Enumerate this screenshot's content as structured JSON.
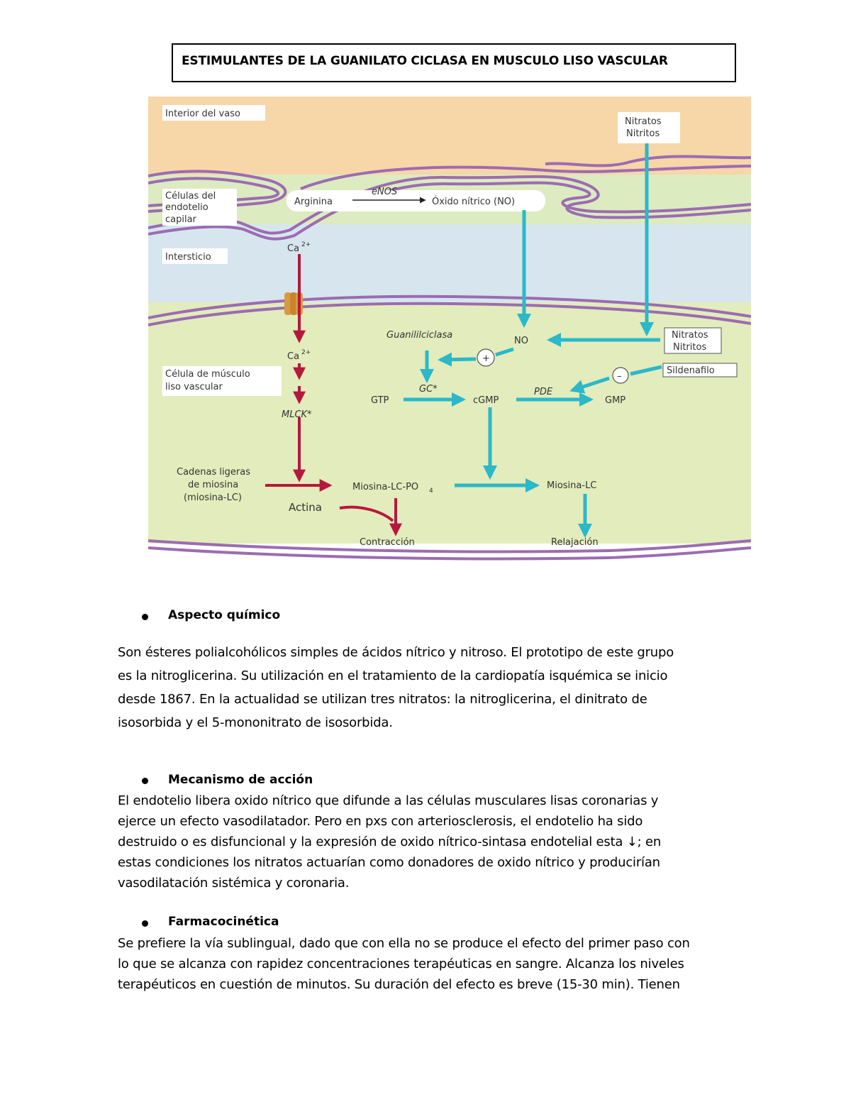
{
  "title": "ESTIMULANTES DE LA GUANILATO CICLASA EN MUSCULO LISO VASCULAR",
  "diagram": {
    "regions": {
      "vessel_interior": "Interior del vaso",
      "endothelium_l1": "Células del",
      "endothelium_l2": "endotelio",
      "endothelium_l3": "capilar",
      "interstitium": "Intersticio",
      "smooth_muscle_l1": "Célula de músculo",
      "smooth_muscle_l2": "liso vascular"
    },
    "nodes": {
      "nitrates_top_l1": "Nitratos",
      "nitrates_top_l2": "Nitritos",
      "arginine": "Arginina",
      "enos": "eNOS",
      "nitric_oxide": "Óxido nítrico (NO)",
      "calcium_out": "Ca",
      "calcium_sup": "2+",
      "calcium_in": "Ca",
      "calcium_in_sup": "2+",
      "guanylyl_cyclase": "Guanililciclasa",
      "no": "NO",
      "plus": "+",
      "nitrates_box_l1": "Nitratos",
      "nitrates_box_l2": "Nitritos",
      "minus": "–",
      "sildenafil": "Sildenafilo",
      "gc": "GC*",
      "gtp": "GTP",
      "cgmp": "cGMP",
      "pde": "PDE",
      "gmp": "GMP",
      "mlck": "MLCK*",
      "myosin_l1": "Cadenas ligeras",
      "myosin_l2": "de miosina",
      "myosin_l3": "(miosina-LC)",
      "myosin_po4": "Miosina-LC-PO",
      "myosin_po4_sub": "4",
      "myosin_lc": "Miosina-LC",
      "actin": "Actina",
      "contraction": "Contracción",
      "relaxation": "Relajación"
    },
    "colors": {
      "vessel": "#f7d6a8",
      "endothelium": "#dcebc0",
      "interstitium": "#d7e6ee",
      "muscle": "#e3ecbc",
      "membrane": "#9b6cb2",
      "cyan_arrow": "#2bb8c9",
      "red_arrow": "#b5183d"
    }
  },
  "sections": [
    {
      "heading": "Aspecto químico",
      "lines": [
        "Son ésteres polialcohólicos simples de ácidos nítrico y nitroso. El prototipo de este grupo",
        "es la nitroglicerina. Su utilización en el tratamiento de la cardiopatía isquémica se inicio",
        "desde 1867. En la actualidad se utilizan tres nitratos: la nitroglicerina, el dinitrato de",
        "isosorbida y el 5-mononitrato de isosorbida."
      ]
    },
    {
      "heading": "Mecanismo de acción",
      "lines": [
        "El endotelio libera oxido nítrico que difunde a las células musculares lisas coronarias y",
        "ejerce un efecto vasodilatador. Pero en pxs con arteriosclerosis, el endotelio ha sido",
        "destruido o es disfuncional y la expresión de oxido nítrico-sintasa endotelial esta ↓; en",
        "estas condiciones los nitratos actuarían como donadores de oxido nítrico y producirían",
        "vasodilatación sistémica y coronaria."
      ]
    },
    {
      "heading": "Farmacocinética",
      "lines": [
        "Se prefiere la vía sublingual, dado que con ella no se produce el efecto del primer paso con",
        "lo que se alcanza con rapidez concentraciones terapéuticas en sangre. Alcanza los niveles",
        "terapéuticos en cuestión de minutos. Su duración del efecto es breve (15-30 min). Tienen"
      ]
    }
  ]
}
